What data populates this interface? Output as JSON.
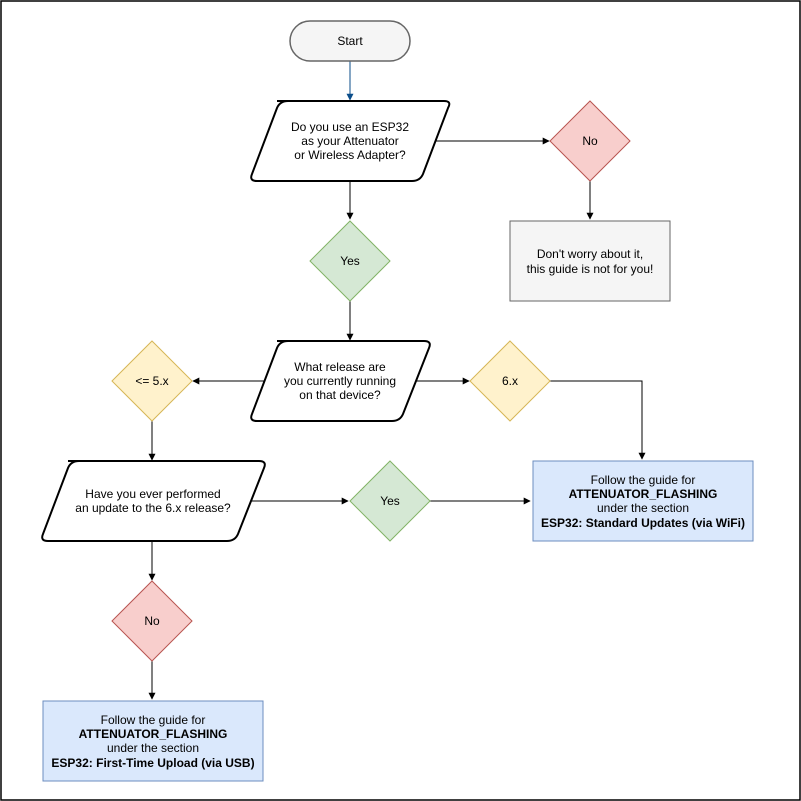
{
  "diagram": {
    "start": {
      "label": "Start"
    },
    "q_esp32": {
      "lines": [
        "Do you use an ESP32",
        "as your Attenuator",
        "or Wireless Adapter?"
      ]
    },
    "no_top": {
      "label": "No"
    },
    "not_for_you": {
      "lines": [
        "Don't worry about it,",
        "this guide is not for you!"
      ]
    },
    "yes_top": {
      "label": "Yes"
    },
    "q_release": {
      "lines": [
        "What release are",
        "you currently running",
        "on that device?"
      ]
    },
    "le5": {
      "label": "<= 5.x"
    },
    "v6": {
      "label": "6.x"
    },
    "q_update": {
      "lines": [
        "Have you ever performed",
        "an update to the 6.x release?"
      ]
    },
    "yes_mid": {
      "label": "Yes"
    },
    "standard_update": {
      "line1": "Follow the guide for",
      "line2": "ATTENUATOR_FLASHING",
      "line3": "under the section",
      "line4": "ESP32: Standard Updates (via WiFi)"
    },
    "no_bottom": {
      "label": "No"
    },
    "first_upload": {
      "line1": "Follow the guide for",
      "line2": "ATTENUATOR_FLASHING",
      "line3": "under the section",
      "line4": "ESP32: First-Time Upload (via USB)"
    },
    "colors": {
      "yes_fill": "#d5e8d4",
      "yes_stroke": "#82b366",
      "no_fill": "#f8cecc",
      "no_stroke": "#b85450",
      "version_fill": "#fff2cc",
      "version_stroke": "#d6b656",
      "info_fill": "#dae8fc",
      "info_stroke": "#6c8ebf",
      "gray_fill": "#f5f5f5",
      "gray_stroke": "#666666",
      "start_fill": "#f5f5f5",
      "first_arrow": "#0b4d8a"
    }
  }
}
